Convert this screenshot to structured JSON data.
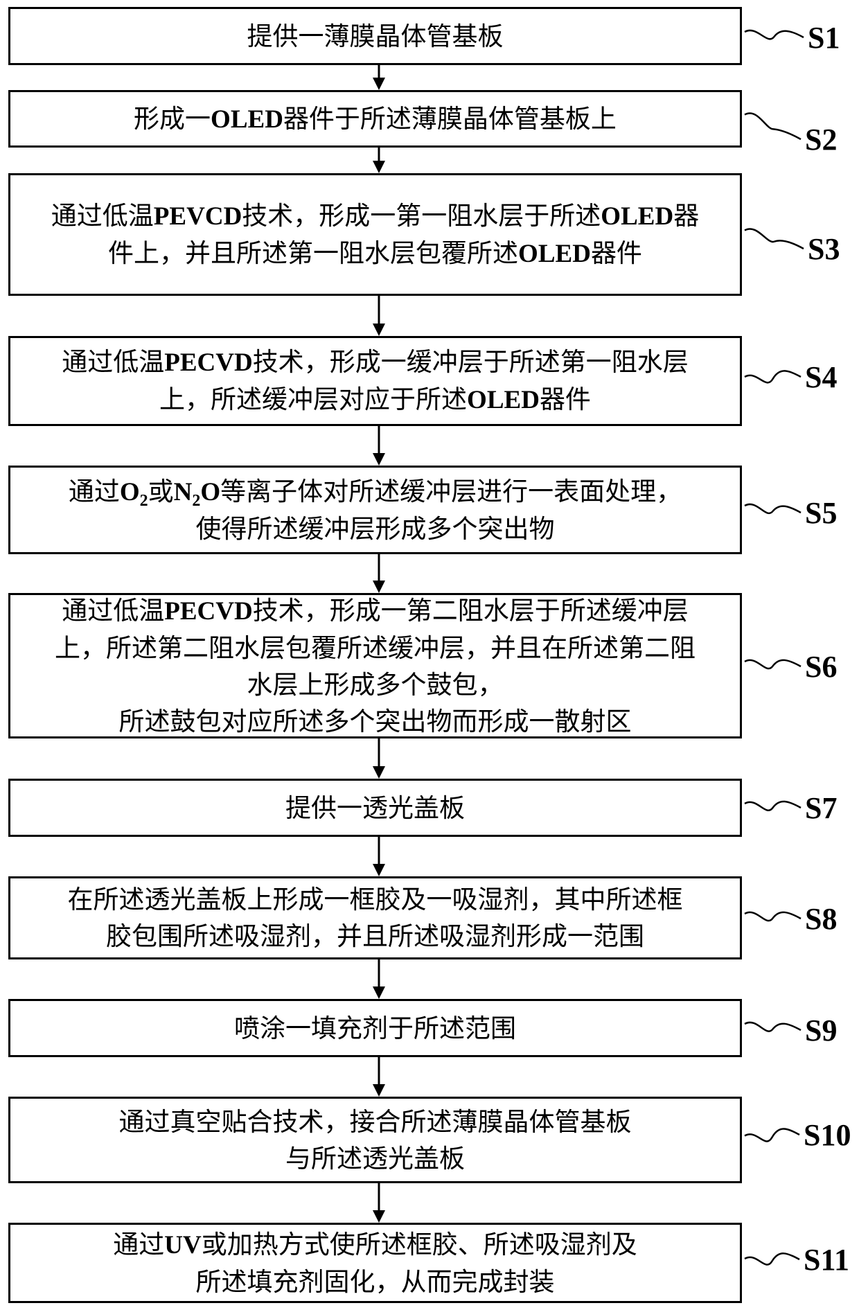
{
  "steps": [
    {
      "id": "S1",
      "label": "S1",
      "lines": [
        "提供一薄膜晶体管基板"
      ]
    },
    {
      "id": "S2",
      "label": "S2",
      "lines": [
        "形成一OLED器件于所述薄膜晶体管基板上"
      ]
    },
    {
      "id": "S3",
      "label": "S3",
      "lines": [
        "通过低温PEVCD技术，形成一第一阻水层于所述OLED器",
        "件上，并且所述第一阻水层包覆所述OLED器件"
      ]
    },
    {
      "id": "S4",
      "label": "S4",
      "lines": [
        "通过低温PECVD技术，形成一缓冲层于所述第一阻水层",
        "上，所述缓冲层对应于所述OLED器件"
      ]
    },
    {
      "id": "S5",
      "label": "S5",
      "lines": [
        "通过O₂或N₂O等离子体对所述缓冲层进行一表面处理，",
        "使得所述缓冲层形成多个突出物"
      ]
    },
    {
      "id": "S6",
      "label": "S6",
      "lines": [
        "通过低温PECVD技术，形成一第二阻水层于所述缓冲层",
        "上，所述第二阻水层包覆所述缓冲层，并且在所述第二阻",
        "水层上形成多个鼓包，",
        "所述鼓包对应所述多个突出物而形成一散射区"
      ]
    },
    {
      "id": "S7",
      "label": "S7",
      "lines": [
        "提供一透光盖板"
      ]
    },
    {
      "id": "S8",
      "label": "S8",
      "lines": [
        "在所述透光盖板上形成一框胶及一吸湿剂，其中所述框",
        "胶包围所述吸湿剂，并且所述吸湿剂形成一范围"
      ]
    },
    {
      "id": "S9",
      "label": "S9",
      "lines": [
        "喷涂一填充剂于所述范围"
      ]
    },
    {
      "id": "S10",
      "label": "S10",
      "lines": [
        "通过真空贴合技术，接合所述薄膜晶体管基板",
        "与所述透光盖板"
      ]
    },
    {
      "id": "S11",
      "label": "S11",
      "lines": [
        "通过UV或加热方式使所述框胶、所述吸湿剂及",
        "所述填充剂固化，从而完成封装"
      ]
    }
  ]
}
